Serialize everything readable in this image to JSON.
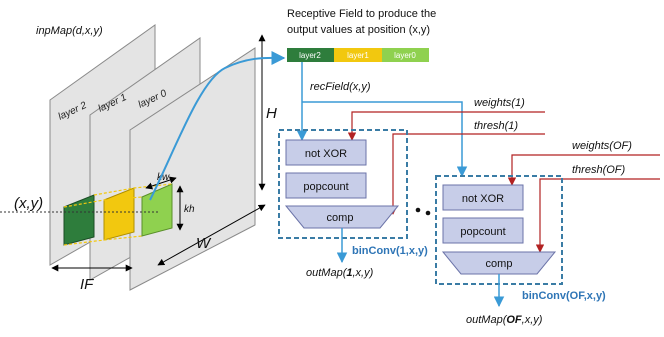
{
  "input": {
    "map_label": "inpMap(d,x,y)",
    "layers": [
      "layer 2",
      "layer 1",
      "layer 0"
    ],
    "position_label": "(x,y)",
    "kw_label": "kw",
    "kh_label": "kh",
    "h_label": "H",
    "w_label": "W",
    "if_label": "IF"
  },
  "receptive": {
    "title_line1": "Receptive Field to produce the",
    "title_line2": "output values at position (x,y)",
    "segments": [
      "layer2",
      "layer1",
      "layer0"
    ],
    "rec_label": "recField(x,y)"
  },
  "unit1": {
    "weights_label": "weights(1)",
    "thresh_label": "thresh(1)",
    "xor_label": "not XOR",
    "pop_label": "popcount",
    "comp_label": "comp",
    "conv_label": "binConv(1,x,y)",
    "out_prefix": "outMap(",
    "out_bold": "1",
    "out_suffix": ",x,y)"
  },
  "unitN": {
    "weights_label": "weights(OF)",
    "thresh_label": "thresh(OF)",
    "xor_label": "not XOR",
    "pop_label": "popcount",
    "comp_label": "comp",
    "conv_label": "binConv(OF,x,y)",
    "out_prefix": "outMap(",
    "out_bold": "OF",
    "out_suffix": ",x,y)"
  },
  "colors": {
    "layer2": "#2e7d3c",
    "layer1": "#f2c80f",
    "layer0": "#8fd14f",
    "dashed_box": "#3a7ca5",
    "arrow_blue": "#3a9ad6",
    "arrow_red": "#b22222",
    "block_fill": "#c7cde8",
    "conv_text": "#2e75b6"
  }
}
